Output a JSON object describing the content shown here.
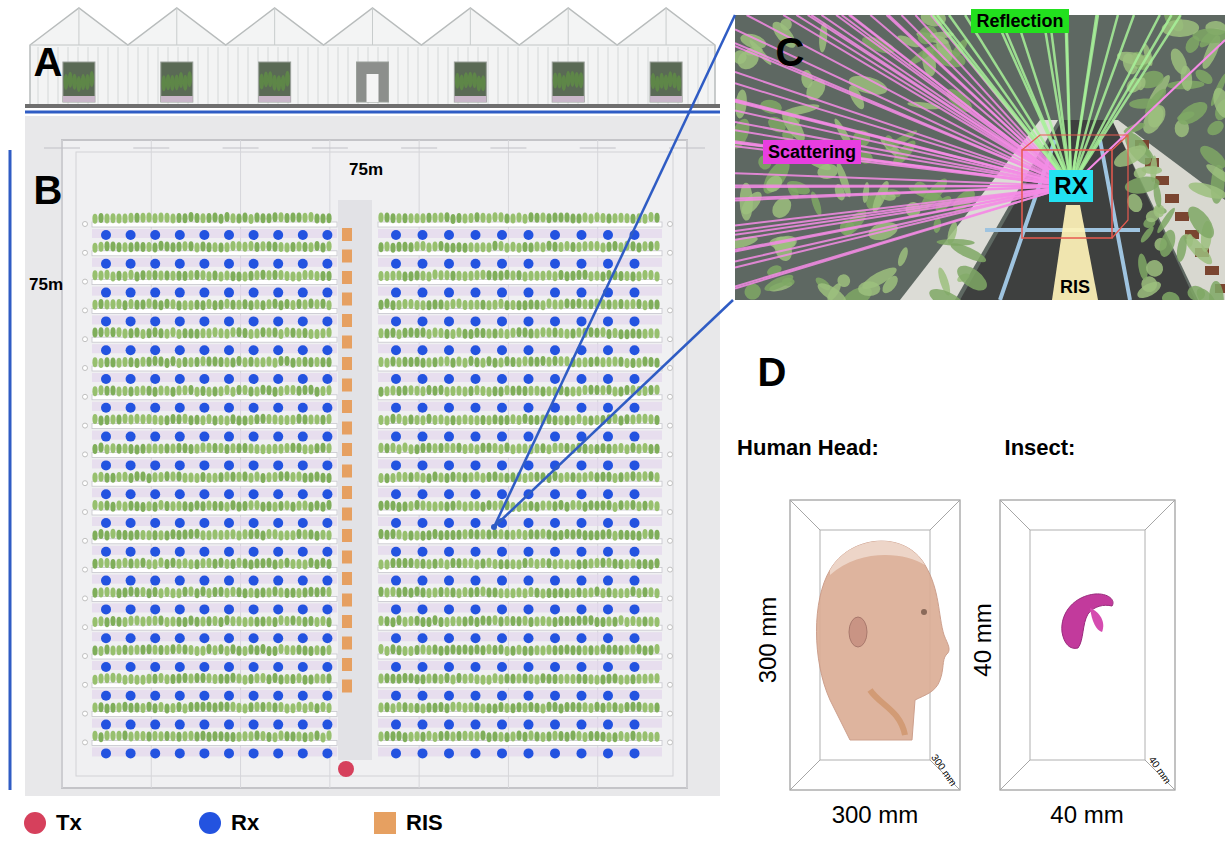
{
  "diagram": {
    "nodes": [
      {
        "text": [
          "Reflection"
        ]
      },
      {
        "text": [
          "Scattering"
        ]
      },
      {
        "text": [
          "RX"
        ]
      }
    ],
    "labels": [
      "A",
      "B",
      "75m",
      "75m",
      "C",
      "RIS",
      "D",
      "Human Head:",
      "Insect:",
      "300 mm",
      "300 mm",
      "300 mm",
      "40 mm",
      "40 mm",
      "40 mm"
    ],
    "legend": [
      {
        "text": "Tx",
        "color": "#d6405c"
      },
      {
        "text": "Rx",
        "color": "#2353e0"
      },
      {
        "text": "RIS",
        "color": "#e6a061"
      }
    ]
  }
}
